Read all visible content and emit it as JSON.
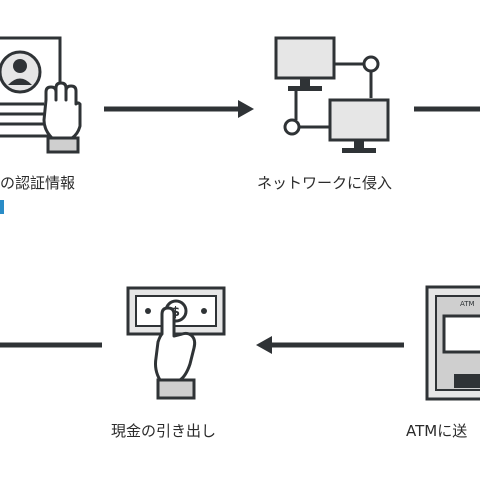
{
  "steps": {
    "credentials": {
      "label": "の認証情報",
      "icon": "identity-card-hand-icon"
    },
    "network": {
      "label": "ネットワークに侵入",
      "icon": "network-computers-icon"
    },
    "atm": {
      "label": "ATMに送",
      "screen_text": "ATM",
      "icon": "atm-machine-icon"
    },
    "cash": {
      "label": "現金の引き出し",
      "icon": "cash-banknote-hand-icon"
    }
  },
  "colors": {
    "line": "#2f3336",
    "fill_light": "#e6e6e6",
    "fill_mid": "#cfcfcf",
    "accent_blue": "#2a8cc7"
  }
}
